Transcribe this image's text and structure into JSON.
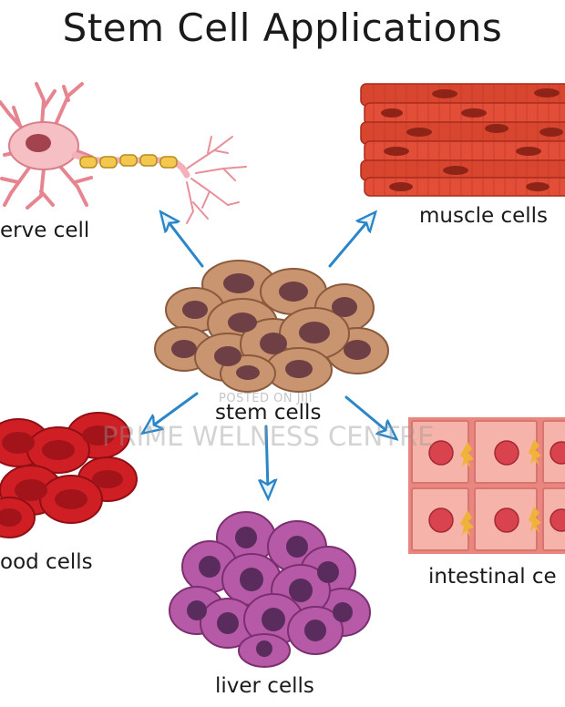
{
  "title": "Stem Cell Applications",
  "center_label": "stem cells",
  "labels": {
    "nerve": "erve cell",
    "muscle": "muscle cells",
    "blood": "ood cells",
    "intestinal": "intestinal ce",
    "liver": "liver cells"
  },
  "watermark": {
    "posted": "POSTED ON JIJI",
    "brand": "PRIME WELNESS CENTRE"
  },
  "colors": {
    "arrow": "#2a86c8",
    "stem_cell": "#c99470",
    "stem_nucleus": "#6e3f45",
    "muscle": "#d9462f",
    "blood": "#cf1f25",
    "intestinal": "#f2a29a",
    "liver": "#b65aa8",
    "nerve": "#f4b1b8"
  }
}
